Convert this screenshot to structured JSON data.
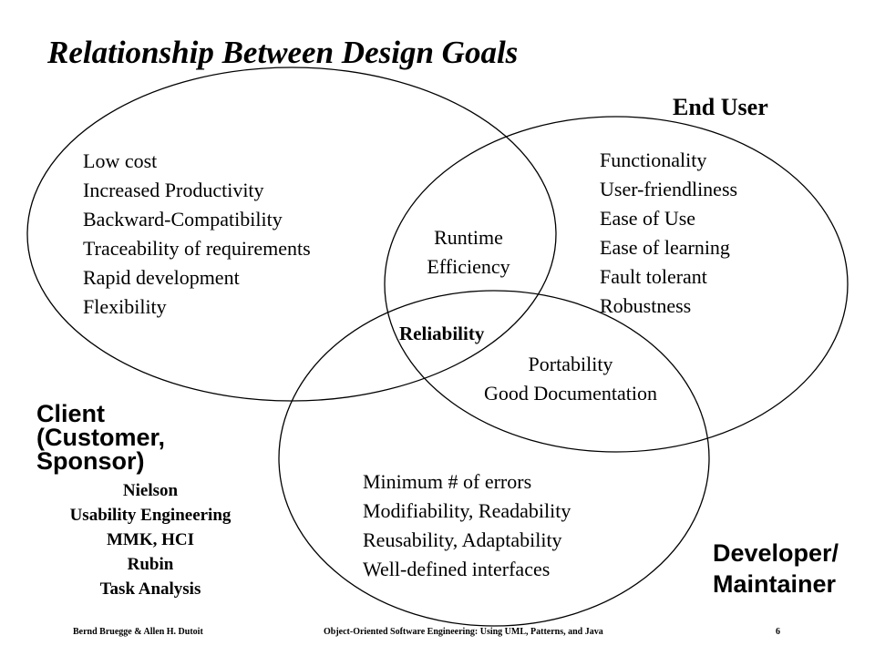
{
  "title": "Relationship Between Design Goals",
  "groups": {
    "end_user": "End User",
    "client": [
      "Client",
      "(Customer,",
      "Sponsor)"
    ],
    "developer": [
      "Developer/",
      "Maintainer"
    ]
  },
  "client_goals": [
    "Low cost",
    "Increased Productivity",
    "Backward-Compatibility",
    "Traceability of requirements",
    "Rapid development",
    "Flexibility"
  ],
  "end_user_goals": [
    "Functionality",
    "User-friendliness",
    "Ease of Use",
    "Ease of learning",
    "Fault tolerant",
    "Robustness"
  ],
  "developer_goals": [
    "Minimum # of errors",
    "Modifiability, Readability",
    "Reusability, Adaptability",
    "Well-defined interfaces"
  ],
  "overlap_client_user": [
    "Runtime",
    "Efficiency"
  ],
  "overlap_all": "Reliability",
  "overlap_user_developer": [
    "Portability",
    "Good Documentation"
  ],
  "references": [
    "Nielson",
    "Usability Engineering",
    "MMK, HCI",
    "Rubin",
    "Task Analysis"
  ],
  "footer": {
    "authors": "Bernd Bruegge & Allen H. Dutoit",
    "book": "Object-Oriented Software Engineering: Using UML, Patterns, and Java",
    "page": "6"
  }
}
